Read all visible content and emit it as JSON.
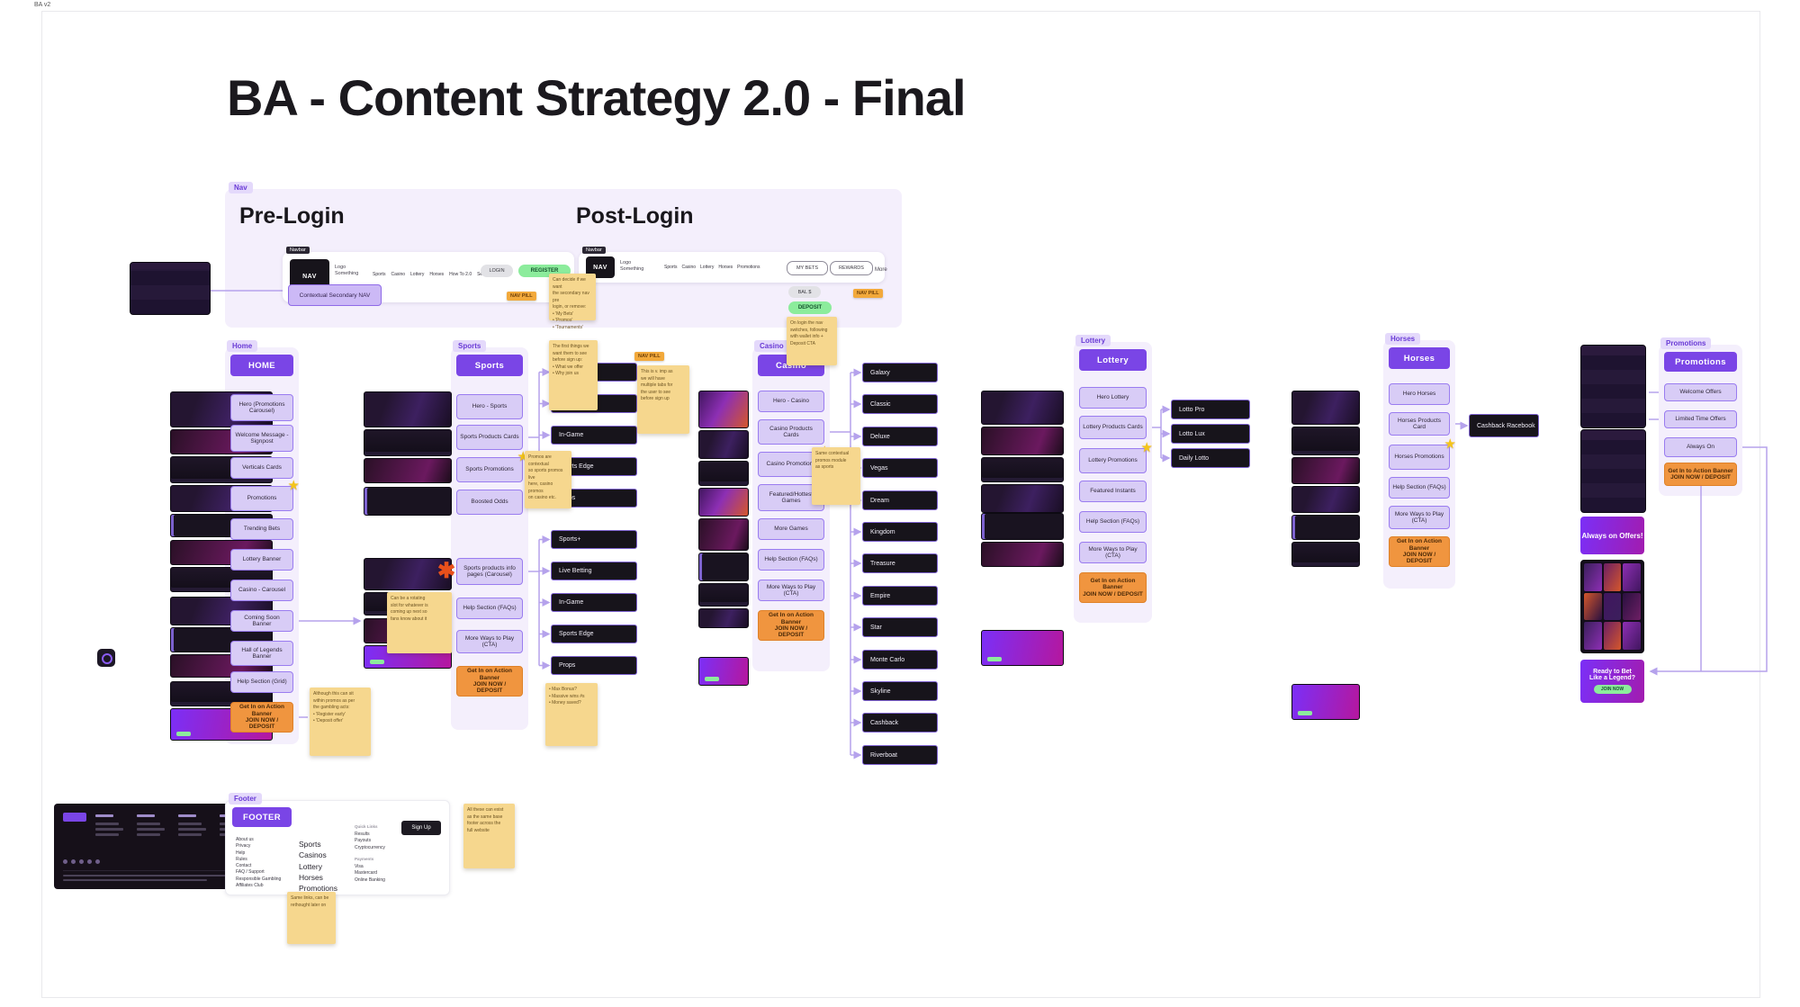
{
  "meta": {
    "corner_label": "BA v2",
    "title": "BA - Content Strategy 2.0 - Final"
  },
  "colors": {
    "accent": "#7a45e6",
    "frame-bg": "#f4effc",
    "item-fill": "#d8ccf6",
    "item-border": "#9a7cf0",
    "item-text": "#2f2838",
    "cta-orange": "#f0953f",
    "cta-border": "#df8128",
    "cta-text": "#4c2a08",
    "pill-bg": "#17141b",
    "pill-border": "#7d62cf",
    "pill-text": "#efecf6",
    "sticky": "#f6d78e",
    "sticky-text": "#6d5422",
    "green": "#8cec9c",
    "connector": "#b5a2ec",
    "star": "#f4c41a",
    "asterisk": "#e8501b",
    "tag-bg": "#e4d9fb",
    "tag-text": "#6a3bd6",
    "orange-tag": "#f2a93b"
  },
  "nav_frame": {
    "tag": "Nav",
    "pre_heading": "Pre-Login",
    "post_heading": "Post-Login",
    "navbar_tag": "Navbar",
    "logo": "NAV",
    "logo_caption": "Logo\nSomething",
    "pre_links": [
      "Sports",
      "Casino",
      "Lottery",
      "Horses",
      "How To 2.0",
      "Search"
    ],
    "login": "LOGIN",
    "register": "REGISTER",
    "secondary_nav": "Contextual Secondary NAV",
    "post_links": [
      "Sports",
      "Casino",
      "Lottery",
      "Horses",
      "Promotions"
    ],
    "post_pills": [
      "MY BETS",
      "REWARDS"
    ],
    "post_more": "More",
    "balance_pill": "BAL $",
    "deposit_pill": "DEPOSIT",
    "orange_tag": "NAV PILL"
  },
  "columns": [
    {
      "tag": "Home",
      "title": "HOME",
      "items": [
        {
          "label": "Hero (Promotions Carousel)"
        },
        {
          "label": "Welcome Message - Signpost"
        },
        {
          "label": "Verticals Cards"
        },
        {
          "label": "Promotions",
          "star": true
        },
        {
          "label": "Trending Bets"
        },
        {
          "label": "Lottery Banner"
        },
        {
          "label": "Casino - Carousel"
        },
        {
          "label": "Coming Soon Banner"
        },
        {
          "label": "Hall of Legends Banner"
        },
        {
          "label": "Help Section (Grid)"
        },
        {
          "label": "Get In on Action Banner",
          "sub": "JOIN NOW / DEPOSIT",
          "cta": true
        }
      ]
    },
    {
      "tag": "Sports",
      "title": "Sports",
      "items": [
        {
          "label": "Hero - Sports"
        },
        {
          "label": "Sports Products Cards"
        },
        {
          "label": "Sports Promotions",
          "star": true
        },
        {
          "label": "Boosted Odds"
        },
        {
          "label": "Sports products info pages (Carousel)",
          "asterisk": true
        },
        {
          "label": "Help Section (FAQs)"
        },
        {
          "label": "More Ways to Play (CTA)"
        },
        {
          "label": "Get In on Action Banner",
          "sub": "JOIN NOW / DEPOSIT",
          "cta": true
        }
      ]
    },
    {
      "tag": "Casino",
      "title": "Casino",
      "items": [
        {
          "label": "Hero - Casino"
        },
        {
          "label": "Casino Products Cards"
        },
        {
          "label": "Casino Promotions",
          "star": true
        },
        {
          "label": "Featured/Hottest Games"
        },
        {
          "label": "More Games"
        },
        {
          "label": "Help Section (FAQs)"
        },
        {
          "label": "More Ways to Play (CTA)"
        },
        {
          "label": "Get In on Action Banner",
          "sub": "JOIN NOW / DEPOSIT",
          "cta": true
        }
      ]
    },
    {
      "tag": "Lottery",
      "title": "Lottery",
      "items": [
        {
          "label": "Hero Lottery"
        },
        {
          "label": "Lottery Products Cards"
        },
        {
          "label": "Lottery Promotions",
          "star": true
        },
        {
          "label": "Featured Instants"
        },
        {
          "label": "Help Section (FAQs)"
        },
        {
          "label": "More Ways to Play (CTA)"
        },
        {
          "label": "Get In on Action Banner",
          "sub": "JOIN NOW / DEPOSIT",
          "cta": true
        }
      ]
    },
    {
      "tag": "Horses",
      "title": "Horses",
      "items": [
        {
          "label": "Hero Horses"
        },
        {
          "label": "Horses Products Card"
        },
        {
          "label": "Horses Promotions",
          "star": true
        },
        {
          "label": "Help Section (FAQs)"
        },
        {
          "label": "More Ways to Play (CTA)"
        },
        {
          "label": "Get In on Action Banner",
          "sub": "JOIN NOW / DEPOSIT",
          "cta": true
        }
      ]
    },
    {
      "tag": "Promotions",
      "title": "Promotions",
      "items": [
        {
          "label": "Welcome Offers"
        },
        {
          "label": "Limited Time Offers"
        },
        {
          "label": "Always On"
        },
        {
          "label": "Get In to Action Banner",
          "sub": "JOIN NOW / DEPOSIT",
          "cta": true
        }
      ]
    }
  ],
  "pill_groups": {
    "sports_a": [
      "Sports+",
      "Live Betting",
      "In-Game",
      "Sports Edge",
      "Props"
    ],
    "sports_b": [
      "Sports+",
      "Live Betting",
      "In-Game",
      "Sports Edge",
      "Props"
    ],
    "casino": [
      "Galaxy",
      "Classic",
      "Deluxe",
      "Vegas",
      "Dream",
      "Kingdom",
      "Treasure",
      "Empire",
      "Star",
      "Monte Carlo",
      "Skyline",
      "Cashback",
      "Riverboat"
    ],
    "lottery": [
      "Lotto Pro",
      "Lotto Lux",
      "Daily Lotto"
    ],
    "horses": [
      "Cashback Racebook"
    ]
  },
  "stickies": {
    "s1": "Can decide if we want\nthe secondary nav pre\nlogin, or remove:\n• 'My Bets'\n• 'Promos'\n• 'Tournaments'",
    "s2": "The first things we\nwant them to see\nbefore sign up:\n• What we offer\n• Why join us",
    "s3": "This is v. imp as\nwe will have\nmultiple tabs for\nthe user to see\nbefore sign up",
    "s4": "On login the nav\nswitches, following\nwith wallet info +\nDeposit CTA",
    "s5": "Promos are contextual\nso sports promos live\nhere, casino promos\non casino etc.",
    "s6": "• Max Bonus?\n• Massive wins #s\n• Money saved?",
    "s7": "Same contextual\npromos module\nas sports",
    "s8": "Can be a rotating\nslot for whatever is\ncoming up next so\nfans know about it",
    "s9": "Although this can sit\nwithin promos as per\nthe gambling acts:\n• 'Register early'\n• 'Deposit offer'",
    "s10": "All these can exist\nas the same base\nfooter across the\nfull website",
    "s11": "Same links, can be\nrethought later on"
  },
  "right_rail": {
    "always_on_banner": "Always on Offers!",
    "cta_line1": "Ready to Bet",
    "cta_line2": "Like a Legend?",
    "cta_button": "JOIN NOW"
  },
  "footer_frame": {
    "tag": "Footer",
    "title": "FOOTER",
    "col1": "About us\nPrivacy\nHelp\nRules\nContact\nFAQ / Support\nResponsible Gambling\nAffiliates Club",
    "col2": "Sports\nCasinos\nLottery\nHorses\nPromotions",
    "col3_header": "Quick Links",
    "col3": "Results\nPayouts\nCryptocurrency",
    "col4_header": "Payments",
    "col4": "Visa\nMastercard\nOnline Banking",
    "signup": "Sign Up"
  }
}
